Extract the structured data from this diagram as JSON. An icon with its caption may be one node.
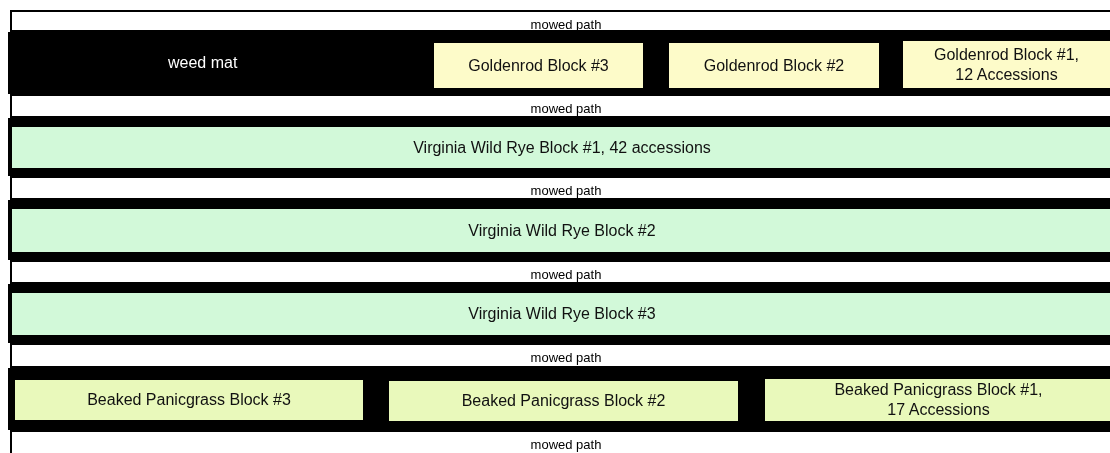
{
  "diagram": {
    "nodes": [
      {
        "text": [
          "mowed path"
        ]
      },
      {
        "text": [
          "weed mat"
        ]
      },
      {
        "text": [
          "Goldenrod Block #3"
        ],
        "in": 1
      },
      {
        "text": [
          "Goldenrod Block #2"
        ],
        "in": 1
      },
      {
        "text": [
          "Goldenrod Block #1, 12 Accessions"
        ],
        "in": 1
      },
      {
        "text": [
          "mowed path"
        ]
      },
      {
        "text": [],
        "shape": "bar"
      },
      {
        "text": [
          "Virginia Wild Rye Block #1, 42 accessions"
        ],
        "in": 6
      },
      {
        "text": [
          "mowed path"
        ]
      },
      {
        "text": [],
        "shape": "bar"
      },
      {
        "text": [
          "Virginia Wild Rye Block #2"
        ],
        "in": 9
      },
      {
        "text": [
          "mowed path"
        ]
      },
      {
        "text": [],
        "shape": "bar"
      },
      {
        "text": [
          "Virginia Wild Rye Block #3"
        ],
        "in": 12
      },
      {
        "text": [
          "mowed path"
        ]
      },
      {
        "text": [],
        "shape": "bar"
      },
      {
        "text": [
          "Beaked Panicgrass Block #3"
        ],
        "in": 15
      },
      {
        "text": [
          "Beaked Panicgrass Block #2"
        ],
        "in": 15
      },
      {
        "text": [
          "Beaked Panicgrass Block #1, 17 Accessions"
        ],
        "in": 15
      },
      {
        "text": [
          "mowed path"
        ]
      }
    ],
    "edges": []
  }
}
